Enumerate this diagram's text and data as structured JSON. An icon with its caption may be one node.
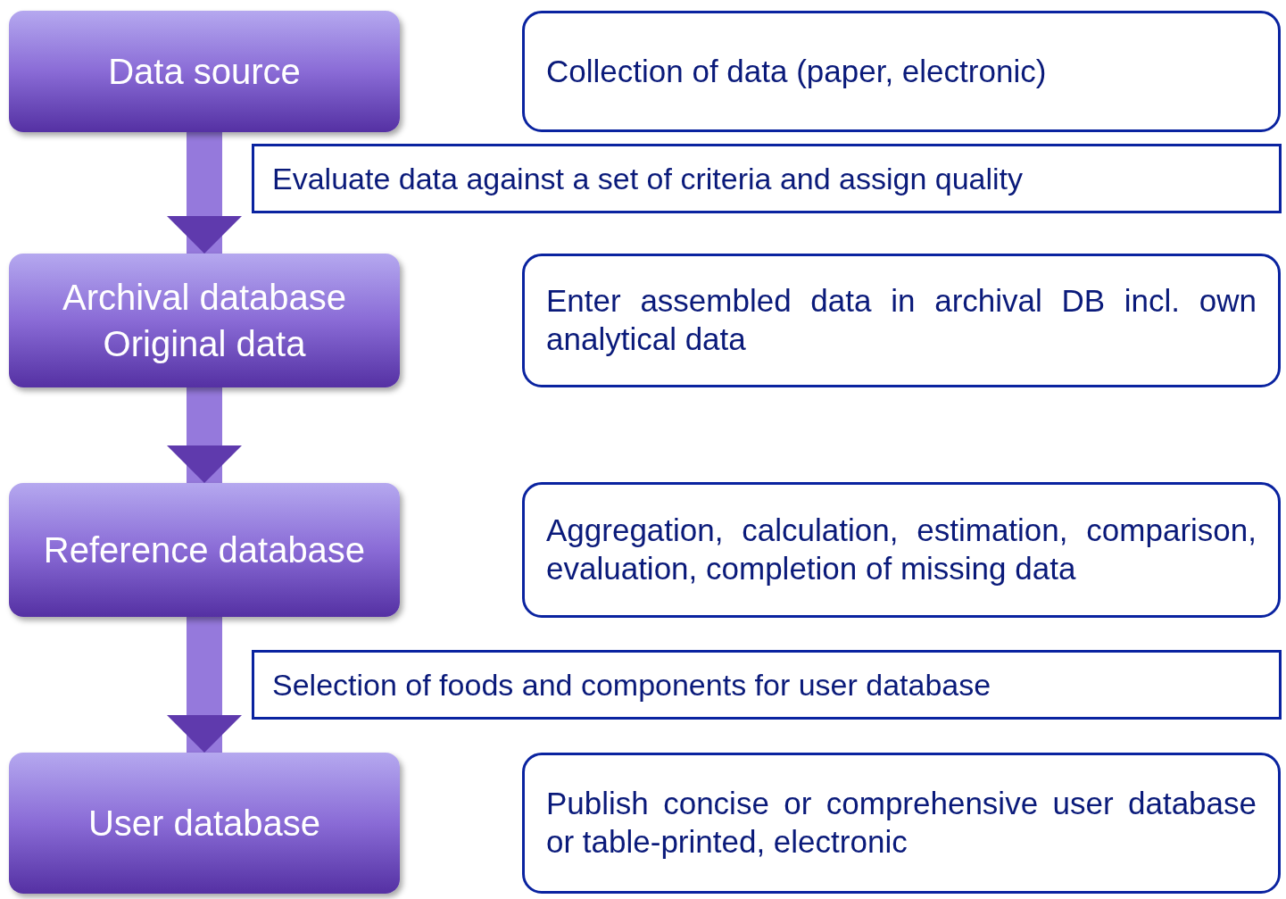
{
  "diagram": {
    "nodes": [
      {
        "text": [
          "Data source"
        ]
      },
      {
        "text": [
          "Archival database Original data"
        ]
      },
      {
        "text": [
          "Reference database"
        ]
      },
      {
        "text": [
          "User database"
        ]
      },
      {
        "text": [
          "Collection of data (paper, electronic)"
        ]
      },
      {
        "text": [
          "Evaluate data against a set of criteria and assign quality"
        ]
      },
      {
        "text": [
          "Enter assembled data in archival DB incl. own analytical data"
        ]
      },
      {
        "text": [
          "Aggregation, calculation, estimation, comparison, evaluation, completion of missing data"
        ]
      },
      {
        "text": [
          "Selection of foods and components for user database"
        ]
      },
      {
        "text": [
          "Publish concise or comprehensive user database or table-printed, electronic"
        ]
      }
    ],
    "edges": [
      {
        "from": 0,
        "to": 1,
        "arrow": "to"
      },
      {
        "from": 1,
        "to": 2,
        "arrow": "to"
      },
      {
        "from": 2,
        "to": 3,
        "arrow": "to"
      }
    ]
  }
}
